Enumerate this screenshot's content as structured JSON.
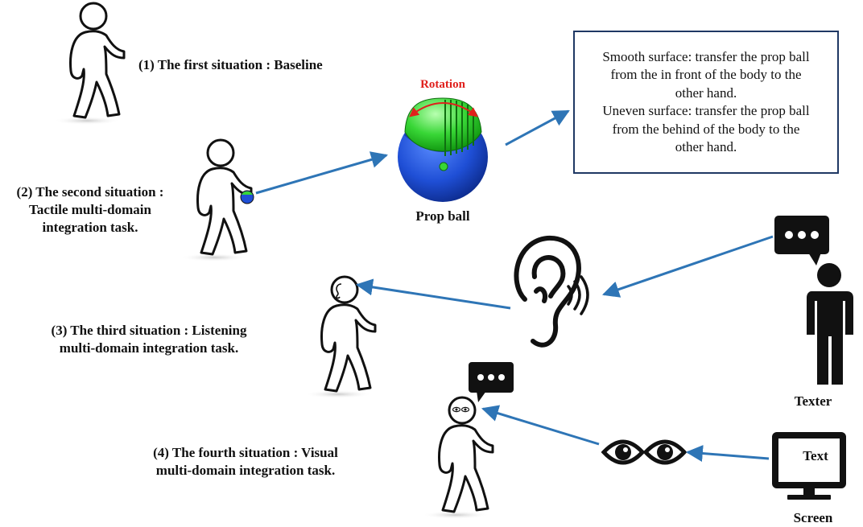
{
  "situations": {
    "first": "(1) The first situation : Baseline",
    "second_line1": "(2) The second situation :",
    "second_line2": "Tactile multi-domain",
    "second_line3": "integration task.",
    "third_line1": "(3) The third situation : Listening",
    "third_line2": "multi-domain integration task.",
    "fourth_line1": "(4) The fourth situation : Visual",
    "fourth_line2": "multi-domain integration task."
  },
  "prop_ball": {
    "rotation_label": "Rotation",
    "label": "Prop ball"
  },
  "note": {
    "smooth_line1": "Smooth surface: transfer the prop ball",
    "smooth_line2": "from the in front of the body to the",
    "smooth_line3": "other hand.",
    "uneven_line1": "Uneven surface: transfer the prop ball",
    "uneven_line2": "from the behind of the body to the",
    "uneven_line3": "other hand."
  },
  "texter": {
    "label": "Texter"
  },
  "screen": {
    "label": "Screen",
    "content": "Text"
  },
  "colors": {
    "arrow": "#2e75b6",
    "box_border": "#1f3864",
    "rotation": "#e0201c",
    "ball_blue": "#1f4fd6",
    "ball_green": "#38d636"
  },
  "icons": [
    "walking-person-icon",
    "ear-icon",
    "eyes-icon",
    "speech-bubble-icon",
    "person-silhouette-icon",
    "monitor-icon",
    "prop-ball-icon"
  ]
}
